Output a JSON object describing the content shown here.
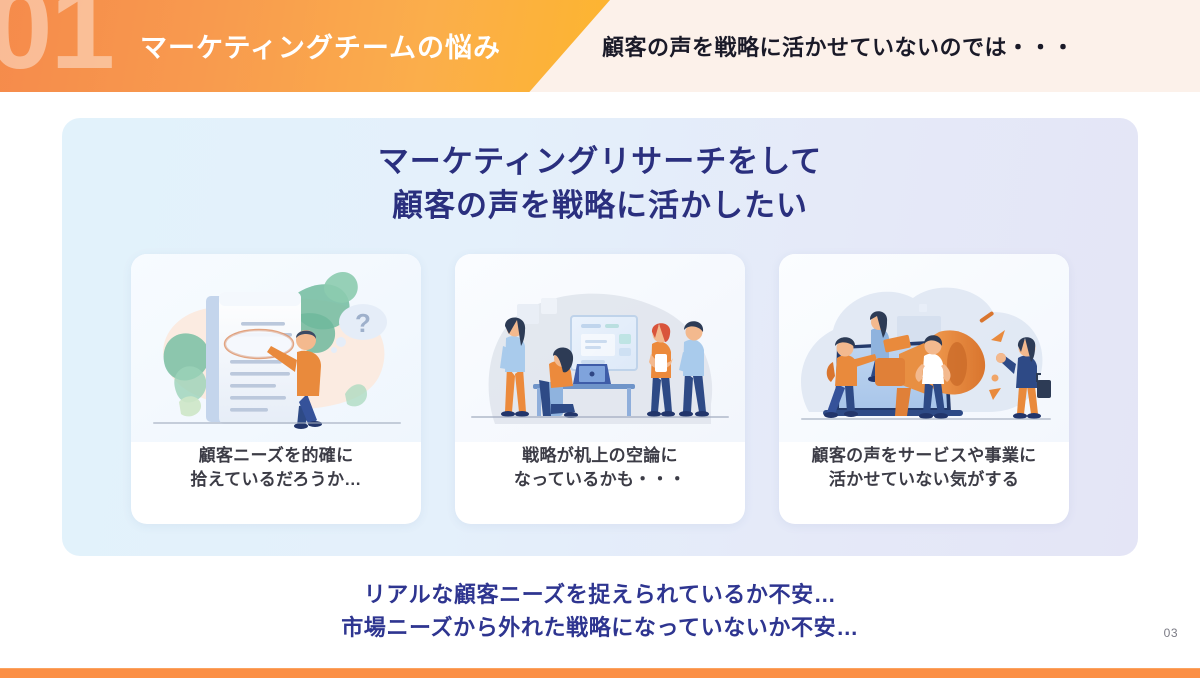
{
  "header": {
    "number": "01",
    "title": "マーケティングチームの悩み",
    "subtitle": "顧客の声を戦略に活かせていないのでは・・・"
  },
  "panel": {
    "heading_line1": "マーケティングリサーチをして",
    "heading_line2": "顧客の声を戦略に活かしたい",
    "cards": [
      {
        "art": "person-inspecting-document-with-magnifier",
        "caption_line1": "顧客ニーズを的確に",
        "caption_line2": "拾えているだろうか…"
      },
      {
        "art": "office-team-meeting-whiteboard",
        "caption_line1": "戦略が机上の空論に",
        "caption_line2": "なっているかも・・・"
      },
      {
        "art": "megaphone-marketing-broadcast",
        "caption_line1": "顧客の声をサービスや事業に",
        "caption_line2": "活かせていない気がする"
      }
    ]
  },
  "footer": {
    "note_line1": "リアルな顧客ニーズを捉えられているか不安…",
    "note_line2": "市場ニーズから外れた戦略になっていないか不安…",
    "page_number": "03"
  },
  "colors": {
    "accent_orange": "#FB8F45",
    "ribbon_start": "#F58A4B",
    "ribbon_end": "#FDB52F",
    "heading_navy": "#2A2F7E",
    "note_navy": "#2E3590",
    "panel_start": "#E2F2FB",
    "panel_end": "#E4E5F6",
    "header_band": "#FCF1EA",
    "caption_gray": "#3C3C46"
  }
}
